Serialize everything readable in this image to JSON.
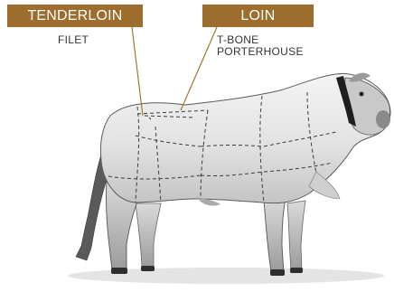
{
  "cuts": {
    "tenderloin": {
      "title": "TENDERLOIN",
      "subtitle": "FILET",
      "color": "#9c6d2c"
    },
    "loin": {
      "title": "LOIN",
      "subtitle_line1": "T-BONE",
      "subtitle_line2": "PORTERHOUSE",
      "color": "#9c6d2c"
    }
  },
  "illustration": {
    "animal": "bull",
    "cut_lines": "dashed",
    "leader_color": "#9c6d2c"
  }
}
